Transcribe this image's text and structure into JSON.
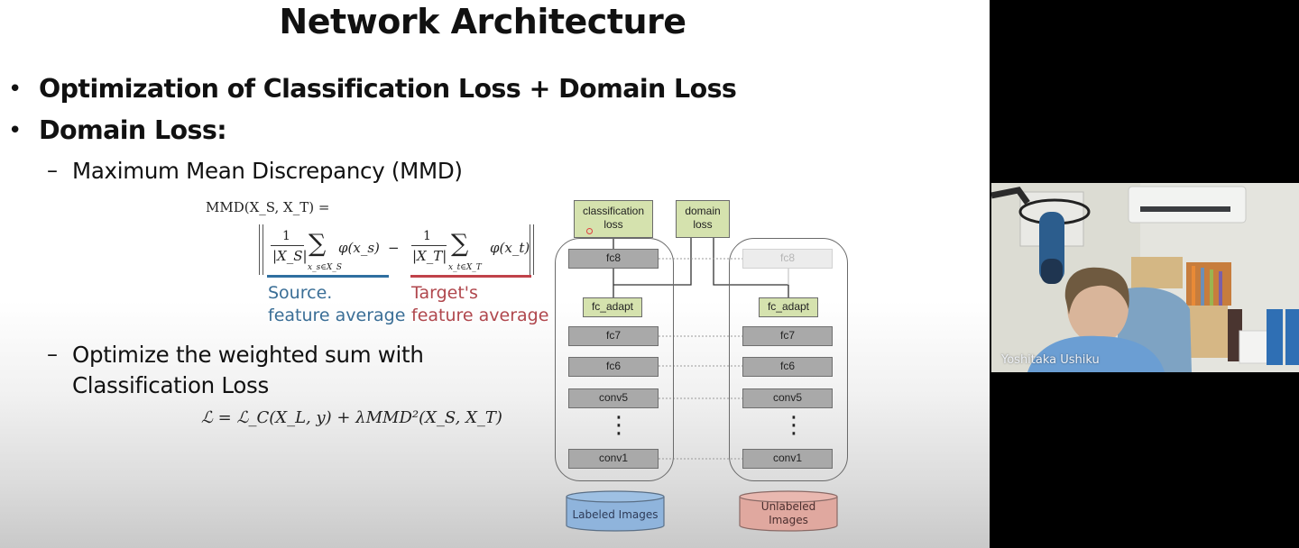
{
  "slide": {
    "title": "Network Architecture",
    "bullets": [
      {
        "marker": "•",
        "text": "Optimization of Classification Loss + Domain Loss"
      },
      {
        "marker": "•",
        "text": "Domain Loss:"
      }
    ],
    "sub_bullets": [
      {
        "marker": "–",
        "text": "Maximum Mean Discrepancy (MMD)"
      },
      {
        "marker": "–",
        "line1": "Optimize the weighted sum with",
        "line2": "Classification Loss"
      }
    ],
    "mmd_formula": {
      "lhs": "MMD(X_S, X_T) =",
      "one": "1",
      "den_s": "|X_S|",
      "den_t": "|X_T|",
      "sum": "∑",
      "sub_s": "x_s∈X_S",
      "sub_t": "x_t∈X_T",
      "phi_s": "φ(x_s)",
      "phi_t": "φ(x_t)",
      "minus": "−",
      "source_note_line1": "Source.",
      "source_note_line2": "feature average",
      "target_note_line1": "Target's",
      "target_note_line2": "feature average",
      "source_color": "#2f6fa0",
      "target_color": "#c0424a"
    },
    "loss_formula": "ℒ = ℒ_C(X_L, y) + λMMD²(X_S, X_T)"
  },
  "diagram": {
    "top_boxes": {
      "classification_loss": [
        "classification",
        "loss"
      ],
      "domain_loss": [
        "domain",
        "loss"
      ]
    },
    "left_stream": {
      "fc8": "fc8",
      "fc_adapt": "fc_adapt",
      "layers": [
        "fc7",
        "fc6",
        "conv5"
      ],
      "ellipsis": "⋮",
      "bottom": "conv1",
      "source": "Labeled Images",
      "source_color": "#8fb4dc"
    },
    "right_stream": {
      "fc8": "fc8",
      "fc_adapt": "fc_adapt",
      "layers": [
        "fc7",
        "fc6",
        "conv5"
      ],
      "ellipsis": "⋮",
      "bottom": "conv1",
      "source_line1": "Unlabeled",
      "source_line2": "Images",
      "source_color": "#e0a89f"
    }
  },
  "video": {
    "participant_name": "Yoshitaka Ushiku"
  }
}
